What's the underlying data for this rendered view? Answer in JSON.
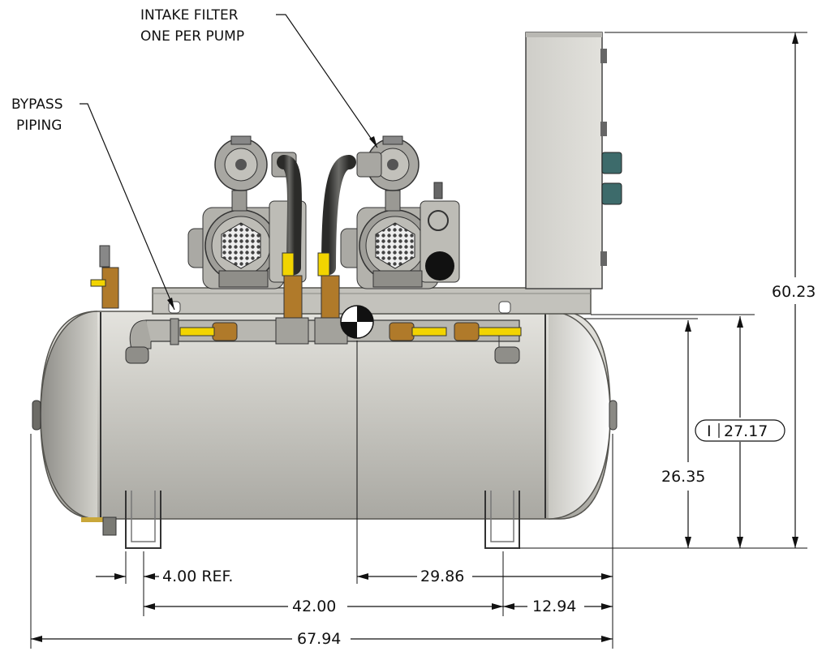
{
  "notes": {
    "intake_filter_line1": "INTAKE FILTER",
    "intake_filter_line2": "ONE PER PUMP",
    "bypass_line1": "BYPASS",
    "bypass_line2": "PIPING"
  },
  "dimensions": {
    "overall_height": "60.23",
    "inlet_height_symbol": "I",
    "inlet_height": "27.17",
    "tank_centerline_height": "26.35",
    "leg_width": "4.00 REF.",
    "cg_to_right": "29.86",
    "leg_spacing": "42.00",
    "right_leg_to_end": "12.94",
    "overall_length": "67.94"
  },
  "colors": {
    "tank": "#c9c8c2",
    "tank_shadow": "#9a9993",
    "valve_handle": "#f2d400",
    "brass": "#b07a2a",
    "hose": "#3a3a38",
    "panel": "#d8d7d2"
  }
}
